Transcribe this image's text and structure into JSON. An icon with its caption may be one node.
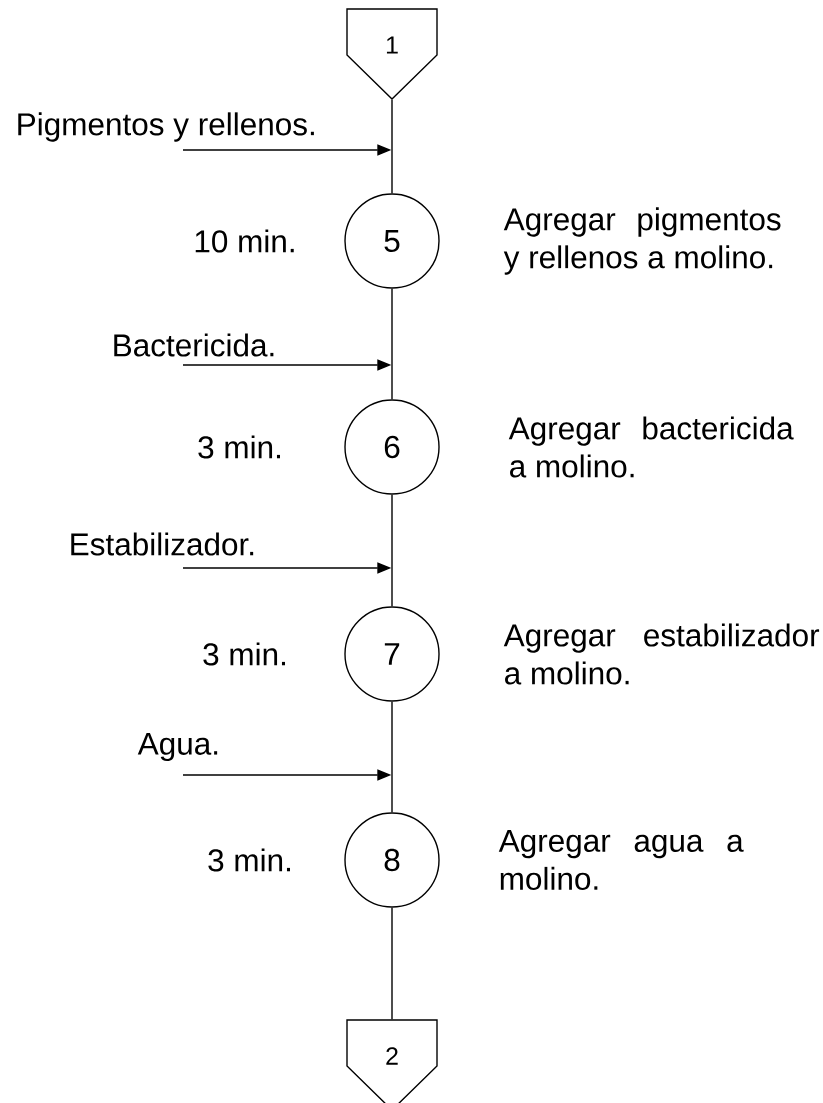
{
  "diagram": {
    "nodes": [
      {
        "text": [
          "1"
        ]
      },
      {
        "text": [
          "Pigmentos y rellenos."
        ]
      },
      {
        "text": [
          "5"
        ],
        "beside": [
          "10 min.",
          "Agregar pigmentos y rellenos a molino."
        ]
      },
      {
        "text": [
          "Bactericida."
        ]
      },
      {
        "text": [
          "6"
        ],
        "beside": [
          "3 min.",
          "Agregar bactericida a molino."
        ]
      },
      {
        "text": [
          "Estabilizador."
        ]
      },
      {
        "text": [
          "7"
        ],
        "beside": [
          "3 min.",
          "Agregar estabilizador a molino."
        ]
      },
      {
        "text": [
          "Agua."
        ]
      },
      {
        "text": [
          "8"
        ],
        "beside": [
          "3 min.",
          "Agregar agua a molino."
        ]
      },
      {
        "text": [
          "2"
        ]
      }
    ],
    "edges": [
      {
        "from": 0,
        "to": 2,
        "arrow": "none"
      },
      {
        "from": 1,
        "to": null,
        "arrow": "to"
      },
      {
        "from": 2,
        "to": 4,
        "arrow": "none"
      },
      {
        "from": 3,
        "to": null,
        "arrow": "to"
      },
      {
        "from": 4,
        "to": 6,
        "arrow": "none"
      },
      {
        "from": 5,
        "to": null,
        "arrow": "to"
      },
      {
        "from": 6,
        "to": 8,
        "arrow": "none"
      },
      {
        "from": 7,
        "to": null,
        "arrow": "to"
      },
      {
        "from": 8,
        "to": 9,
        "arrow": "none"
      }
    ]
  }
}
